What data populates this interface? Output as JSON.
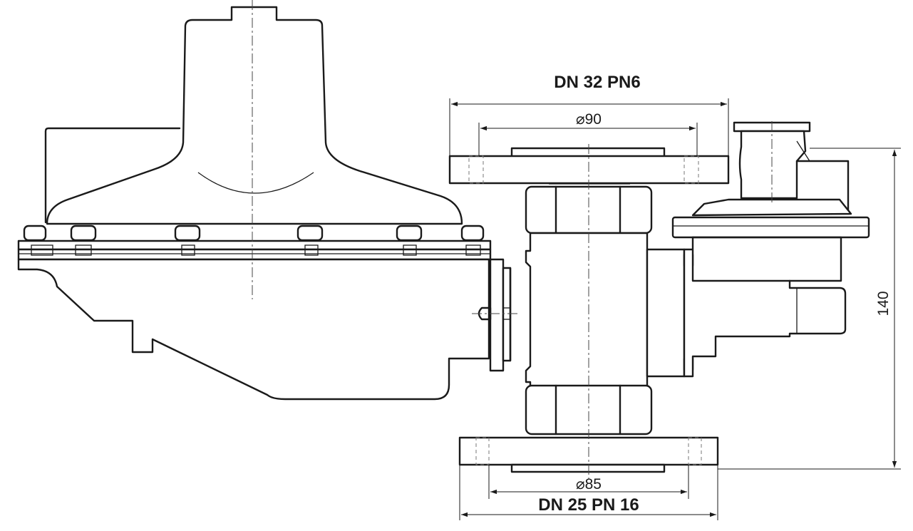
{
  "labels": {
    "top_flange": "DN 32 PN6",
    "top_diameter": "⌀90",
    "bottom_diameter": "⌀85",
    "bottom_flange": "DN 25 PN 16",
    "height": "140"
  },
  "colors": {
    "line": "#1a1a1a",
    "background": "#ffffff"
  }
}
